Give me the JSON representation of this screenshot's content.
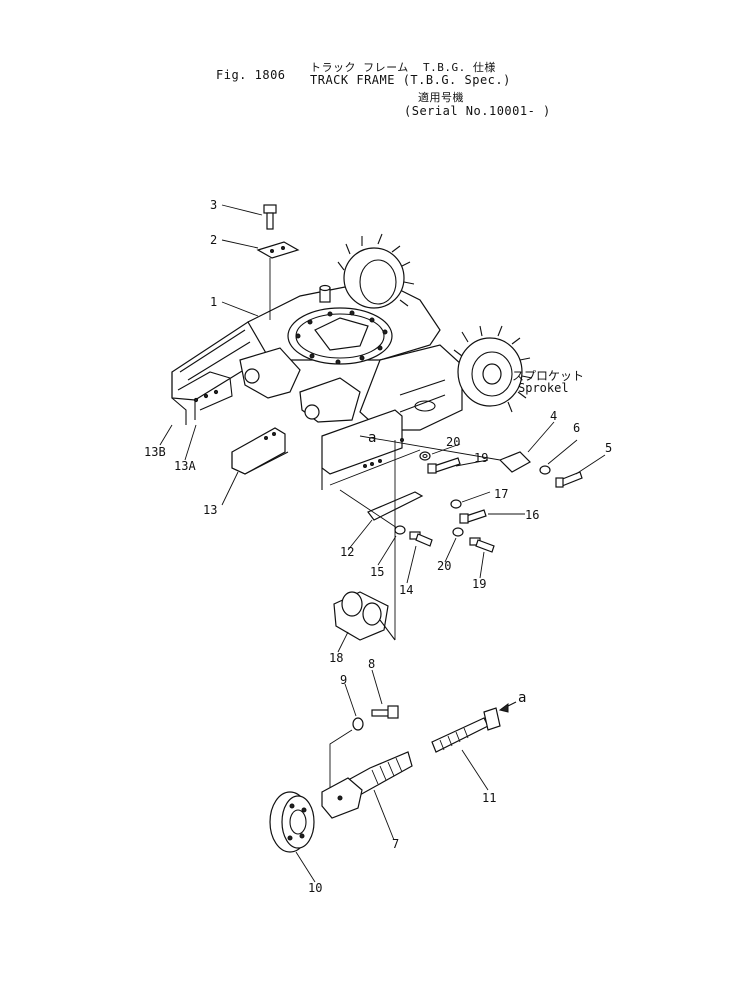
{
  "header": {
    "fig_label": "Fig. 1806",
    "title_jp": "トラック フレーム  T.B.G. 仕様",
    "title_en": "TRACK FRAME (T.B.G. Spec.)",
    "serial_jp": "適用号機",
    "serial_en": "(Serial No.10001- )"
  },
  "sprocket_label": {
    "jp": "スプロケット",
    "en": "Sprokel"
  },
  "callouts": {
    "c1": "1",
    "c2": "2",
    "c3": "3",
    "c4": "4",
    "c5": "5",
    "c6": "6",
    "c7": "7",
    "c8": "8",
    "c9": "9",
    "c10": "10",
    "c11": "11",
    "c12": "12",
    "c13": "13",
    "c13a": "13A",
    "c13b": "13B",
    "c14": "14",
    "c15": "15",
    "c16": "16",
    "c17": "17",
    "c18": "18",
    "c19a": "19",
    "c19b": "19",
    "c20a": "20",
    "c20b": "20"
  },
  "ref_marks": {
    "a_top": "a",
    "a_bottom": "a"
  }
}
